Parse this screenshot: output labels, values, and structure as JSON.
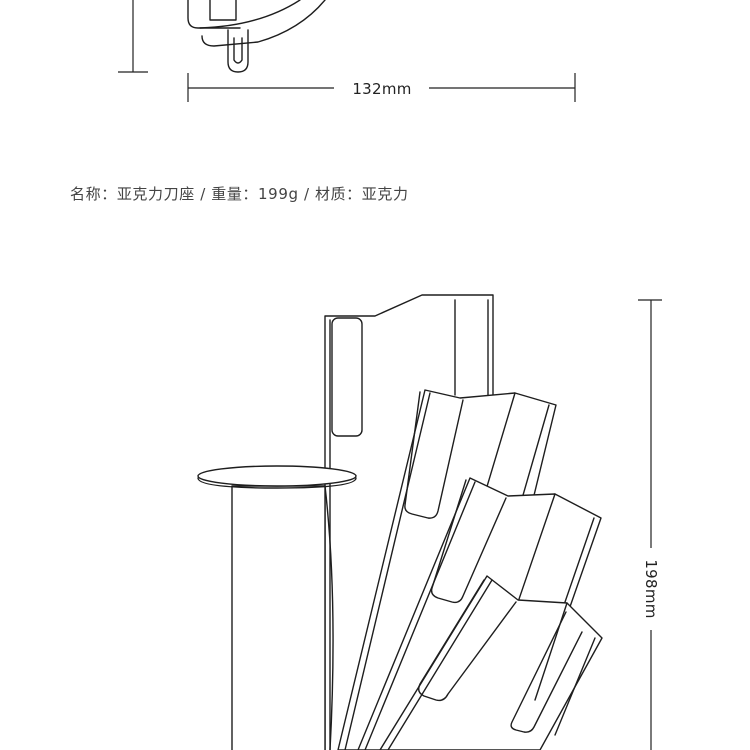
{
  "dimensions": {
    "width_label": "132mm",
    "height_label": "198mm"
  },
  "spec": {
    "name_label": "名称：",
    "name_value": "亚克力刀座",
    "separator_1": " / ",
    "weight_label": "重量：",
    "weight_value": "199g",
    "separator_2": " / ",
    "material_label": "材质：",
    "material_value": "亚克力"
  }
}
